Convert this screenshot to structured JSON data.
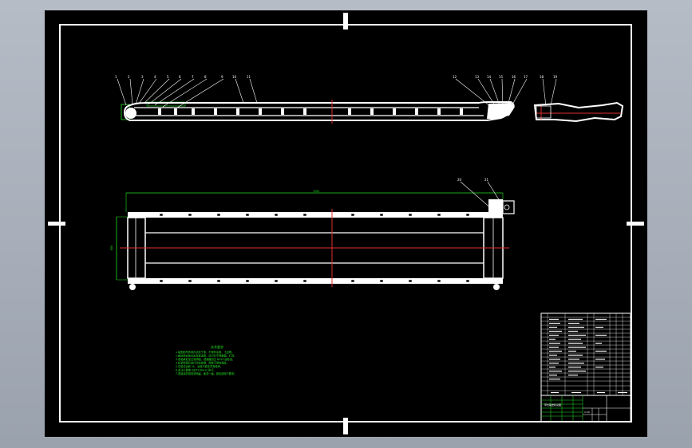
{
  "colors": {
    "window_bg": "#a9b0bb",
    "sheet_bg": "#000000",
    "geometry": "#ffffff",
    "dimension": "#22e022",
    "centerline": "#e03030"
  },
  "views": [
    {
      "id": "side-elevation",
      "type": "side-view"
    },
    {
      "id": "end-detail",
      "type": "detail-view"
    },
    {
      "id": "plan",
      "type": "top-view"
    }
  ],
  "balloons": {
    "left_group": [
      "1",
      "2",
      "3",
      "4",
      "5",
      "6",
      "7",
      "8",
      "9",
      "10",
      "11"
    ],
    "right_group": [
      "12",
      "13",
      "14",
      "15",
      "16",
      "17"
    ],
    "detail_group": [
      "18",
      "19"
    ],
    "plan_group": [
      "20",
      "21"
    ]
  },
  "dimensions": {
    "overall_length": "7000",
    "overall_width": "800"
  },
  "notes": {
    "title": "技术要求",
    "lines": [
      "1.装配前所有零件清洗干净，不得有毛刺、飞边等。",
      "2.输送带安装后应张紧适度，运行时不得跑偏、打滑。",
      "3.各轴承处加注润滑脂，减速器加注 N220 齿轮油。",
      "4.机架焊接后进行时效处理，焊缝不得有裂纹。",
      "5.空载试运转 2h，运转平稳无异常噪声。",
      "6.未注公差按 GB/T1804-m 执行。",
      "7.表面涂防锈底漆两遍，面漆一遍，颜色按用户要求。"
    ]
  },
  "title_block": {
    "drawing_title": "带式输送机总图",
    "scale": "1:20"
  }
}
